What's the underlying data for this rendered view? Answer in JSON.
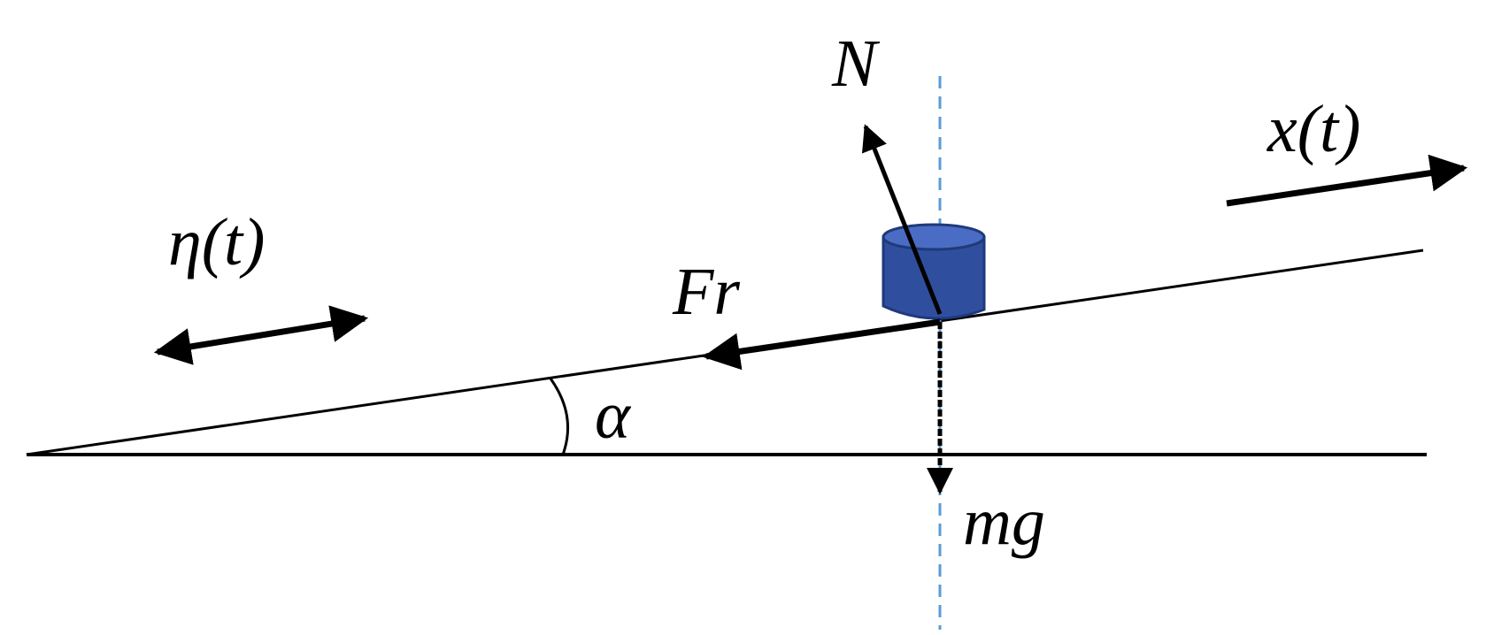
{
  "labels": {
    "normal_force": "N",
    "displacement": "x(t)",
    "base_motion": "η(t)",
    "friction": "Fr",
    "angle": "α",
    "weight": "mg"
  },
  "colors": {
    "stroke": "#000000",
    "block_fill": "#2f4f9e",
    "block_top": "#4a6cc4",
    "block_stroke": "#1f3a7a",
    "vertical_guide": "#5b9bd5"
  }
}
